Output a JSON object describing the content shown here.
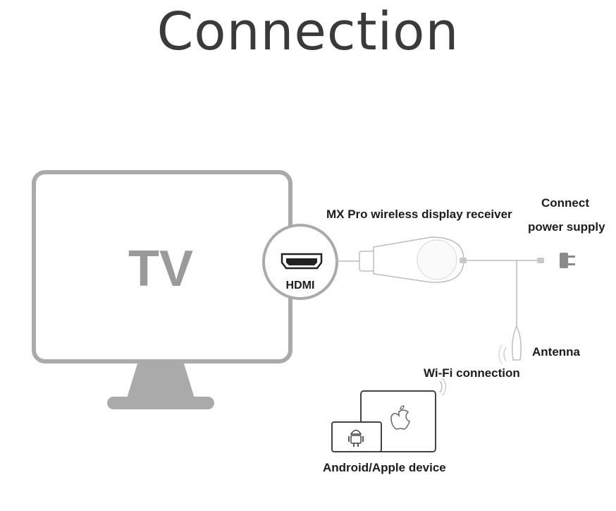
{
  "title": "Connection",
  "tv": {
    "label": "TV"
  },
  "port": {
    "label": "HDMI"
  },
  "receiver": {
    "label": "MX Pro wireless display receiver"
  },
  "power": {
    "line1": "Connect",
    "line2": "power supply"
  },
  "antenna": {
    "label": "Antenna"
  },
  "wifi": {
    "label": "Wi-Fi connection"
  },
  "device": {
    "label": "Android/Apple device"
  },
  "colors": {
    "outline": "#aaaaaa",
    "text": "#1c1c1c",
    "title": "#3a3a3a"
  }
}
